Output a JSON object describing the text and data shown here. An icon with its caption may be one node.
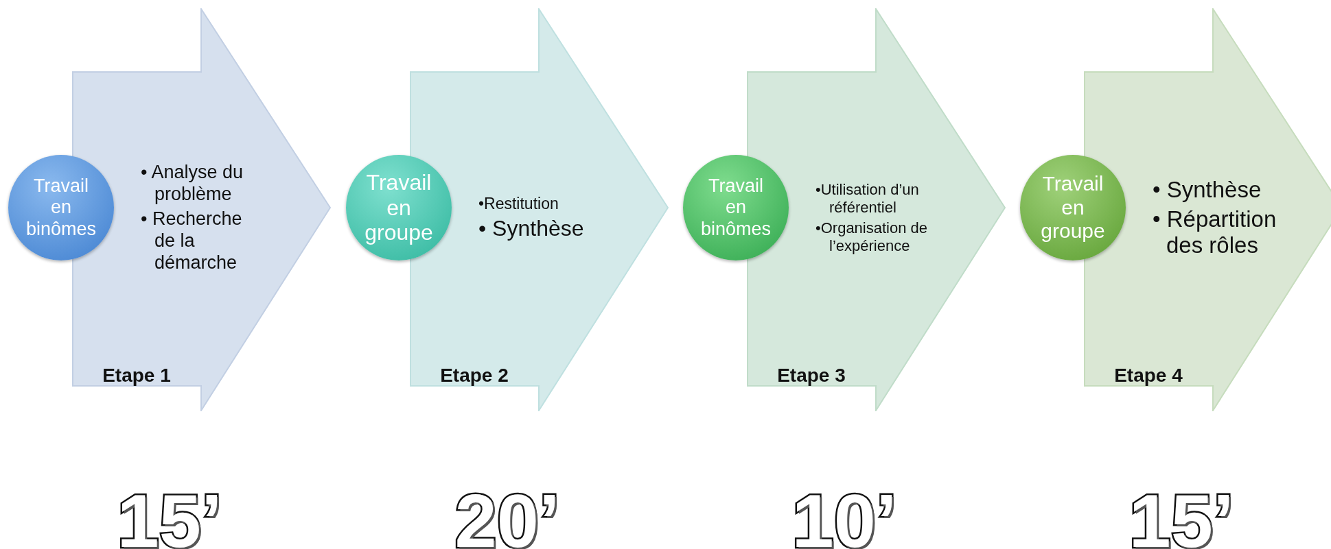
{
  "diagram": {
    "nodes": [
      {
        "text": [
          "• Analyse du problème",
          "• Recherche de la démarche",
          "Etape 1"
        ],
        "beside": [
          "15’"
        ]
      },
      {
        "text": [
          "Travail en binômes"
        ]
      },
      {
        "text": [
          "•Restitution",
          "• Synthèse",
          "Etape 2"
        ],
        "beside": [
          "20’"
        ]
      },
      {
        "text": [
          "Travail en groupe"
        ]
      },
      {
        "text": [
          "•Utilisation d’un référentiel",
          "•Organisation de l’expérience",
          "Etape 3"
        ],
        "beside": [
          "10’"
        ]
      },
      {
        "text": [
          "Travail en binômes"
        ]
      },
      {
        "text": [
          "• Synthèse",
          "• Répartition des rôles",
          "Etape 4"
        ],
        "beside": [
          "15’"
        ]
      },
      {
        "text": [
          "Travail en groupe"
        ]
      }
    ]
  }
}
